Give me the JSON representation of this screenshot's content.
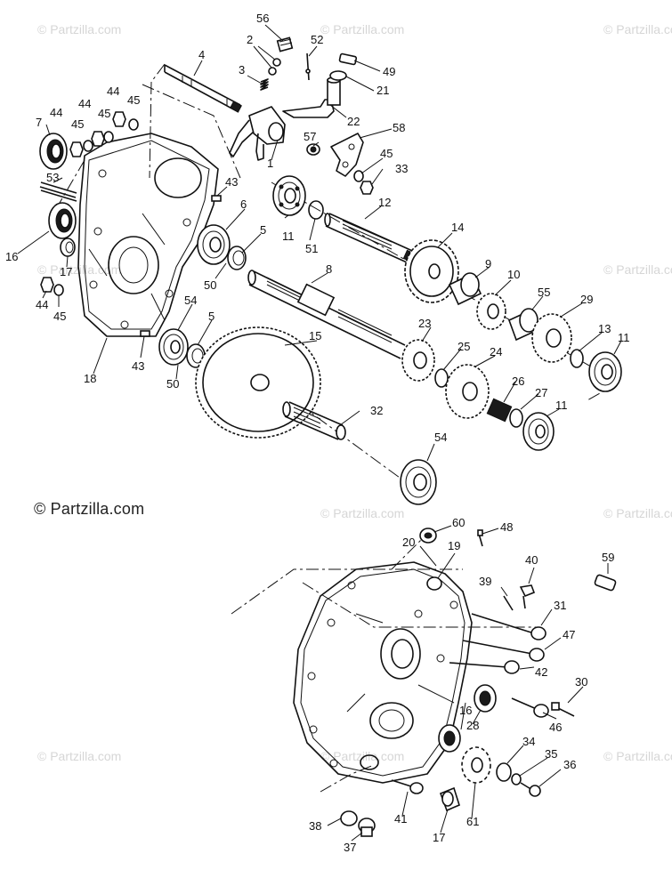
{
  "copyright": "© Partzilla.com",
  "watermark": "© Partzilla.com",
  "callouts": [
    {
      "id": "c56",
      "label": "56"
    },
    {
      "id": "c2",
      "label": "2"
    },
    {
      "id": "c52",
      "label": "52"
    },
    {
      "id": "c49",
      "label": "49"
    },
    {
      "id": "c3",
      "label": "3"
    },
    {
      "id": "c4",
      "label": "4"
    },
    {
      "id": "c21",
      "label": "21"
    },
    {
      "id": "c22",
      "label": "22"
    },
    {
      "id": "c44a",
      "label": "44"
    },
    {
      "id": "c45a",
      "label": "45"
    },
    {
      "id": "c44b",
      "label": "44"
    },
    {
      "id": "c45b",
      "label": "45"
    },
    {
      "id": "c7",
      "label": "7"
    },
    {
      "id": "c44c",
      "label": "44"
    },
    {
      "id": "c45c",
      "label": "45"
    },
    {
      "id": "c58",
      "label": "58"
    },
    {
      "id": "c57",
      "label": "57"
    },
    {
      "id": "c1",
      "label": "1"
    },
    {
      "id": "c45d",
      "label": "45"
    },
    {
      "id": "c33",
      "label": "33"
    },
    {
      "id": "c53",
      "label": "53"
    },
    {
      "id": "c43a",
      "label": "43"
    },
    {
      "id": "c6",
      "label": "6"
    },
    {
      "id": "c12",
      "label": "12"
    },
    {
      "id": "c11a",
      "label": "11"
    },
    {
      "id": "c51",
      "label": "51"
    },
    {
      "id": "c5a",
      "label": "5"
    },
    {
      "id": "c14",
      "label": "14"
    },
    {
      "id": "c16a",
      "label": "16"
    },
    {
      "id": "c17a",
      "label": "17"
    },
    {
      "id": "c50a",
      "label": "50"
    },
    {
      "id": "c8",
      "label": "8"
    },
    {
      "id": "c9",
      "label": "9"
    },
    {
      "id": "c10",
      "label": "10"
    },
    {
      "id": "c55",
      "label": "55"
    },
    {
      "id": "c29",
      "label": "29"
    },
    {
      "id": "c44d",
      "label": "44"
    },
    {
      "id": "c45e",
      "label": "45"
    },
    {
      "id": "c54a",
      "label": "54"
    },
    {
      "id": "c5b",
      "label": "5"
    },
    {
      "id": "c23",
      "label": "23"
    },
    {
      "id": "c13",
      "label": "13"
    },
    {
      "id": "c11b",
      "label": "11"
    },
    {
      "id": "c15",
      "label": "15"
    },
    {
      "id": "c43b",
      "label": "43"
    },
    {
      "id": "c25",
      "label": "25"
    },
    {
      "id": "c24",
      "label": "24"
    },
    {
      "id": "c18",
      "label": "18"
    },
    {
      "id": "c50b",
      "label": "50"
    },
    {
      "id": "c26",
      "label": "26"
    },
    {
      "id": "c27",
      "label": "27"
    },
    {
      "id": "c32",
      "label": "32"
    },
    {
      "id": "c11c",
      "label": "11"
    },
    {
      "id": "c54b",
      "label": "54"
    },
    {
      "id": "c60",
      "label": "60"
    },
    {
      "id": "c48",
      "label": "48"
    },
    {
      "id": "c20",
      "label": "20"
    },
    {
      "id": "c19",
      "label": "19"
    },
    {
      "id": "c40",
      "label": "40"
    },
    {
      "id": "c59",
      "label": "59"
    },
    {
      "id": "c39",
      "label": "39"
    },
    {
      "id": "c31",
      "label": "31"
    },
    {
      "id": "c47",
      "label": "47"
    },
    {
      "id": "c42",
      "label": "42"
    },
    {
      "id": "c30",
      "label": "30"
    },
    {
      "id": "c16b",
      "label": "16"
    },
    {
      "id": "c28",
      "label": "28"
    },
    {
      "id": "c46",
      "label": "46"
    },
    {
      "id": "c34",
      "label": "34"
    },
    {
      "id": "c35",
      "label": "35"
    },
    {
      "id": "c36",
      "label": "36"
    },
    {
      "id": "c38",
      "label": "38"
    },
    {
      "id": "c41",
      "label": "41"
    },
    {
      "id": "c17b",
      "label": "17"
    },
    {
      "id": "c61",
      "label": "61"
    },
    {
      "id": "c37",
      "label": "37"
    }
  ]
}
